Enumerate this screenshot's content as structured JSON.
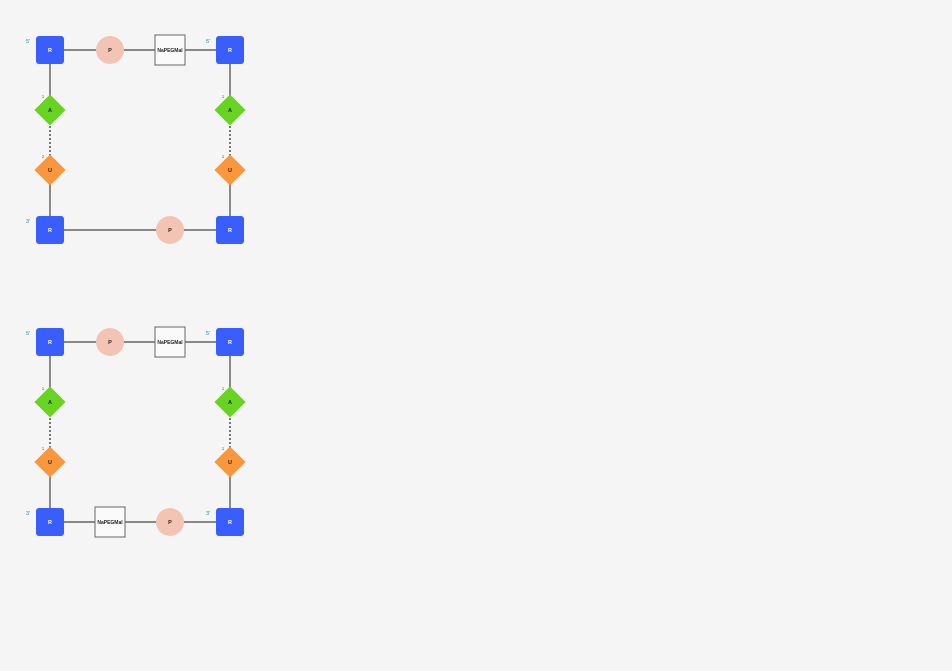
{
  "colors": {
    "background": "#f5f5f5",
    "sugar": "#3a5efc",
    "phosphate": "#f3c4b4",
    "base_A": "#66d421",
    "base_U": "#fa963c",
    "linker_fill": "#fafafa",
    "linker_stroke": "#666666",
    "bond": "#888888",
    "end_label": "#1a8fa3",
    "pair_marker": "#666666"
  },
  "diagrams": [
    {
      "nodes": {
        "s1": {
          "kind": "sugar",
          "label": "R"
        },
        "p1": {
          "kind": "phosphate",
          "label": "P"
        },
        "l1": {
          "kind": "linker",
          "label": "NaPEGMal"
        },
        "s2": {
          "kind": "sugar",
          "label": "R"
        },
        "a1": {
          "kind": "base-A",
          "label": "A"
        },
        "a2": {
          "kind": "base-A",
          "label": "A"
        },
        "u1": {
          "kind": "base-U",
          "label": "U"
        },
        "u2": {
          "kind": "base-U",
          "label": "U"
        },
        "s3": {
          "kind": "sugar",
          "label": "R"
        },
        "p2": {
          "kind": "phosphate",
          "label": "P"
        },
        "s4": {
          "kind": "sugar",
          "label": "R"
        }
      },
      "end_labels": {
        "s1": "5'",
        "s2": "5'",
        "s3": "3'"
      },
      "pair_markers": {
        "a1": "1",
        "a2": "1",
        "u1": "2",
        "u2": "1"
      },
      "bonds": [
        [
          "s1",
          "p1",
          "solid"
        ],
        [
          "p1",
          "l1",
          "solid"
        ],
        [
          "l1",
          "s2",
          "solid"
        ],
        [
          "s1",
          "a1",
          "solid"
        ],
        [
          "a1",
          "u1",
          "dotted"
        ],
        [
          "u1",
          "s3",
          "solid"
        ],
        [
          "s2",
          "a2",
          "solid"
        ],
        [
          "a2",
          "u2",
          "dotted"
        ],
        [
          "u2",
          "s4",
          "solid"
        ],
        [
          "s3",
          "p2",
          "solid"
        ],
        [
          "p2",
          "s4",
          "solid"
        ]
      ]
    },
    {
      "nodes": {
        "s1": {
          "kind": "sugar",
          "label": "R"
        },
        "p1": {
          "kind": "phosphate",
          "label": "P"
        },
        "l1": {
          "kind": "linker",
          "label": "NaPEGMal"
        },
        "s2": {
          "kind": "sugar",
          "label": "R"
        },
        "a1": {
          "kind": "base-A",
          "label": "A"
        },
        "a2": {
          "kind": "base-A",
          "label": "A"
        },
        "u1": {
          "kind": "base-U",
          "label": "U"
        },
        "u2": {
          "kind": "base-U",
          "label": "U"
        },
        "s3": {
          "kind": "sugar",
          "label": "R"
        },
        "l2": {
          "kind": "linker",
          "label": "NaPEGMal"
        },
        "p2": {
          "kind": "phosphate",
          "label": "P"
        },
        "s4": {
          "kind": "sugar",
          "label": "R"
        }
      },
      "end_labels": {
        "s1": "5'",
        "s2": "5'",
        "s3": "3'",
        "s4": "3'"
      },
      "pair_markers": {
        "a1": "1",
        "a2": "1",
        "u1": "1",
        "u2": "1"
      },
      "bonds": [
        [
          "s1",
          "p1",
          "solid"
        ],
        [
          "p1",
          "l1",
          "solid"
        ],
        [
          "l1",
          "s2",
          "solid"
        ],
        [
          "s1",
          "a1",
          "solid"
        ],
        [
          "a1",
          "u1",
          "dotted"
        ],
        [
          "u1",
          "s3",
          "solid"
        ],
        [
          "s2",
          "a2",
          "solid"
        ],
        [
          "a2",
          "u2",
          "dotted"
        ],
        [
          "u2",
          "s4",
          "solid"
        ],
        [
          "s3",
          "l2",
          "solid"
        ],
        [
          "l2",
          "p2",
          "solid"
        ],
        [
          "p2",
          "s4",
          "solid"
        ]
      ]
    }
  ]
}
